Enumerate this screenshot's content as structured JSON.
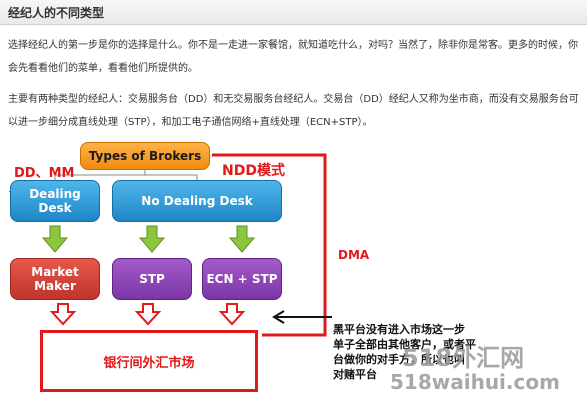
{
  "header": {
    "title": "经纪人的不同类型"
  },
  "paragraphs": [
    "选择经纪人的第一步是你的选择是什么。你不是一走进一家餐馆，就知道吃什么，对吗？当然了，除非你是常客。更多的时候，你会先看看他们的菜单，看看他们所提供的。",
    "主要有两种类型的经纪人：交易服务台（DD）和无交易服务台经纪人。交易台（DD）经纪人又称为坐市商，而没有交易服务台可以进一步细分成直线处理（STP），和加工电子通信网络+直线处理（ECN+STP）。"
  ],
  "diagram": {
    "root": "Types of Brokers",
    "dealing_desk": "Dealing Desk",
    "no_dealing_desk": "No Dealing Desk",
    "market_maker": "Market Maker",
    "stp": "STP",
    "ecn_stp": "ECN + STP",
    "bank_market": "银行间外汇市场"
  },
  "annotations": {
    "dd_mm": "DD、MM",
    "ndd_mode": "NDD模式",
    "dma": "DMA",
    "black_platform": [
      "黑平台没有进入市场这一步",
      "单子全部由其他客户，或者平",
      "台做你的对手方，所以也叫",
      "对赌平台"
    ]
  },
  "watermark": {
    "top": "518外汇网",
    "bottom": "518waihui.com"
  },
  "colors": {
    "annotation_red": "#e11919",
    "arrow_green": "#7fb82a",
    "box_blue": "#1e86c7",
    "box_orange": "#f08a10",
    "box_red": "#c0342b",
    "box_purple": "#7a35a6"
  }
}
